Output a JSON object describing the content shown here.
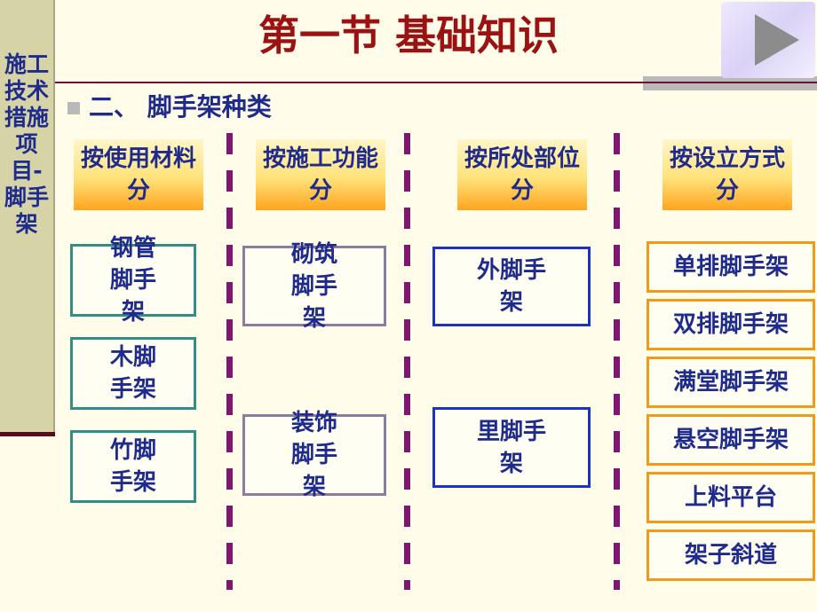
{
  "sidebar": {
    "text": "施工技术措施项目-脚手架"
  },
  "title": "第一节  基础知识",
  "subheading": "二、  脚手架种类",
  "columns": {
    "material": {
      "header": "按使用材料分",
      "items": [
        "钢管脚手架",
        "木脚手架",
        "竹脚手架"
      ]
    },
    "function": {
      "header": "按施工功能分",
      "items": [
        "砌筑脚手架",
        "装饰脚手架"
      ]
    },
    "position": {
      "header": "按所处部位分",
      "items": [
        "外脚手架",
        "里脚手架"
      ]
    },
    "method": {
      "header": "按设立方式分",
      "items": [
        "单排脚手架",
        "双排脚手架",
        "满堂脚手架",
        "悬空脚手架",
        "上料平台",
        "架子斜道"
      ]
    }
  },
  "colors": {
    "title": "#9b1212",
    "text": "#1f2b8c",
    "divider": "#801670",
    "header_gradient_end": "#ffa51e"
  },
  "icons": {
    "next": "play-triangle-icon"
  }
}
